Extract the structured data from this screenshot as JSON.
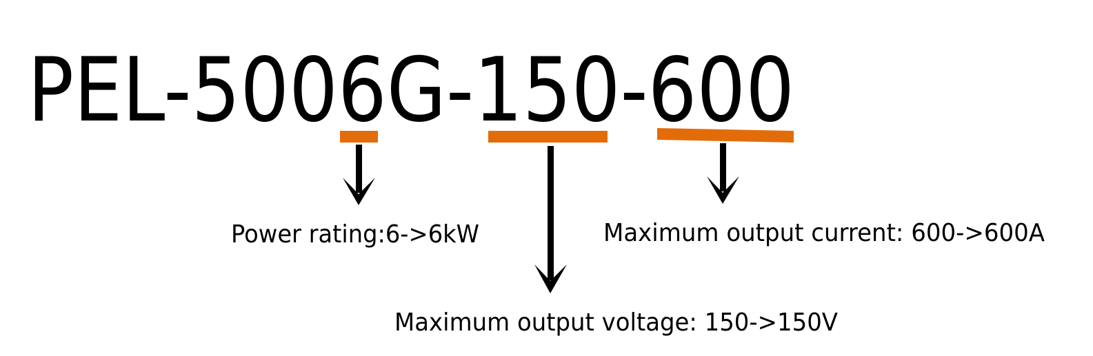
{
  "model_number": "PEL-5006G-150-600",
  "annotations": [
    {
      "segment": "6",
      "label": "Power rating:6->6kW"
    },
    {
      "segment": "150",
      "label": "Maximum output voltage: 150->150V"
    },
    {
      "segment": "600",
      "label": "Maximum output current: 600->600A"
    }
  ],
  "colors": {
    "underline": "#E36C0A",
    "arrow": "#000000",
    "text": "#000000"
  }
}
